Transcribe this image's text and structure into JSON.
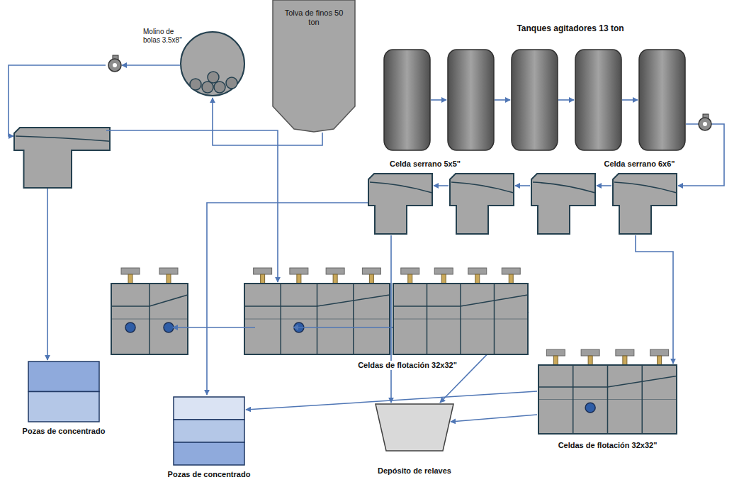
{
  "diagram": {
    "nodes": [
      {
        "text": [
          "Tolva de finos 50 ton"
        ]
      },
      {
        "text": [
          "Molino de bolas 3.5x8\""
        ]
      },
      {
        "text": [
          "Tanques agitadores 13 ton"
        ]
      },
      {
        "text": [
          "Celda serrano 5x5\""
        ]
      },
      {
        "text": [
          "Celda serrano 6x6\""
        ]
      },
      {
        "text": [
          "Celdas de flotación 32x32\""
        ]
      },
      {
        "text": [
          "Celdas de flotación 32x32\""
        ]
      },
      {
        "text": [
          "Pozas de concentrado"
        ]
      },
      {
        "text": [
          "Pozas de concentrado"
        ]
      },
      {
        "text": [
          "Depósito de relaves"
        ]
      }
    ],
    "edges": [
      {
        "from": 0,
        "to": 1,
        "arrow": "to"
      },
      {
        "from": 2,
        "to": 4,
        "arrow": "to"
      },
      {
        "from": 4,
        "to": 6,
        "arrow": "to"
      },
      {
        "from": 6,
        "to": 8,
        "arrow": "to"
      },
      {
        "from": 6,
        "to": 9,
        "arrow": "to"
      },
      {
        "from": 3,
        "to": 8,
        "arrow": "to"
      },
      {
        "from": 3,
        "to": 9,
        "arrow": "to"
      },
      {
        "from": 5,
        "to": 9,
        "arrow": "to"
      }
    ]
  }
}
